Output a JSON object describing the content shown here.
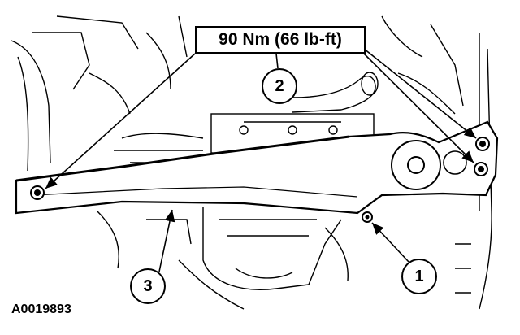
{
  "torque_spec": "90 Nm (66 lb-ft)",
  "callouts": {
    "c1": "1",
    "c2": "2",
    "c3": "3"
  },
  "figure_id": "A0019893",
  "colors": {
    "ink": "#000000",
    "paper": "#ffffff"
  }
}
